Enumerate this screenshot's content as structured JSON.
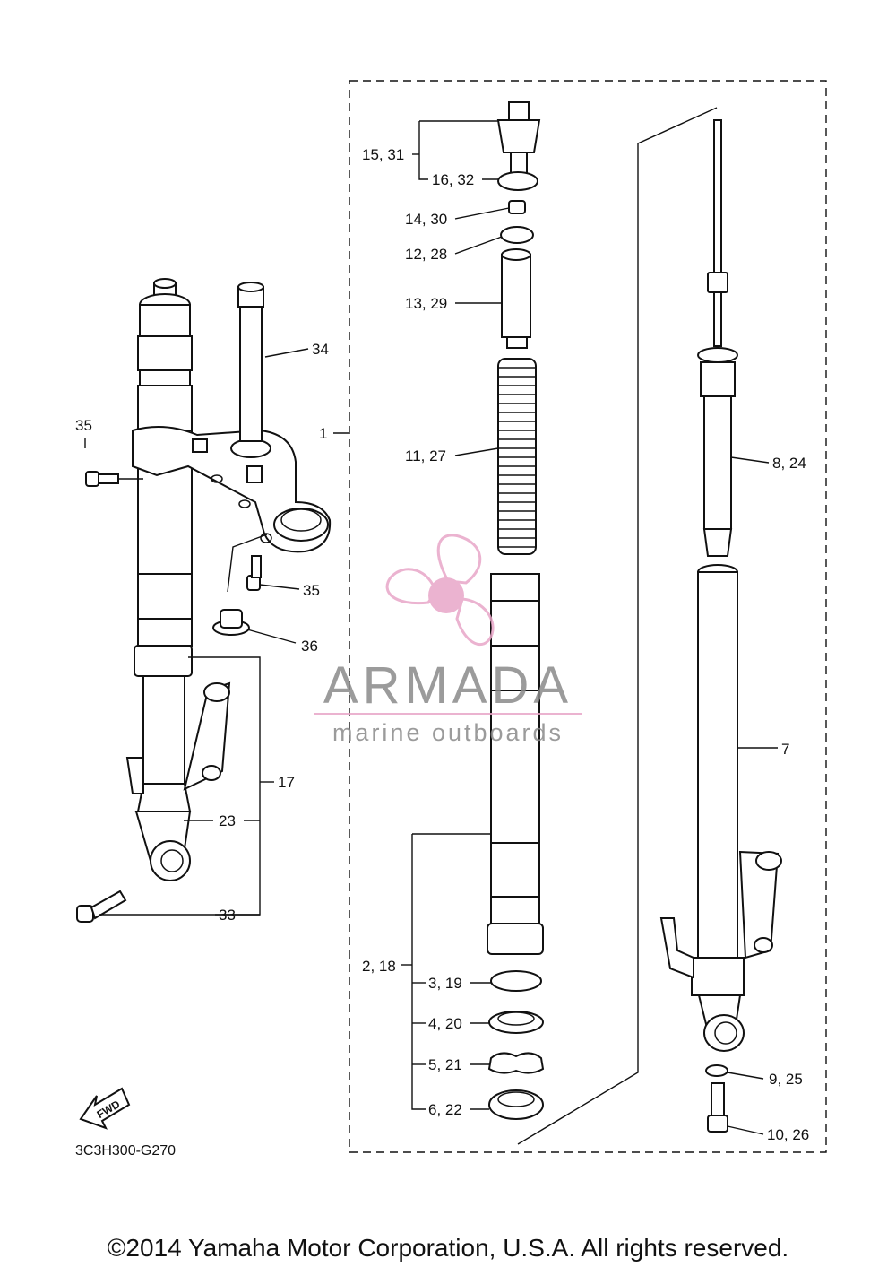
{
  "diagram_code": "3C3H300-G270",
  "fwd_label": "FWD",
  "watermark": {
    "brand": "ARMADA",
    "tagline": "marine outboards",
    "color_pink": "#e8a6c8",
    "color_gray": "#8a8a8a"
  },
  "copyright": "©2014 Yamaha Motor Corporation, U.S.A. All rights reserved.",
  "callouts": {
    "c1": "1",
    "c2_18": "2, 18",
    "c3_19": "3, 19",
    "c4_20": "4, 20",
    "c5_21": "5, 21",
    "c6_22": "6, 22",
    "c7": "7",
    "c8_24": "8, 24",
    "c9_25": "9, 25",
    "c10_26": "10, 26",
    "c11_27": "11, 27",
    "c12_28": "12, 28",
    "c13_29": "13, 29",
    "c14_30": "14, 30",
    "c15_31": "15, 31",
    "c16_32": "16, 32",
    "c17": "17",
    "c23": "23",
    "c33": "33",
    "c34": "34",
    "c35a": "35",
    "c35b": "35",
    "c36": "36"
  }
}
